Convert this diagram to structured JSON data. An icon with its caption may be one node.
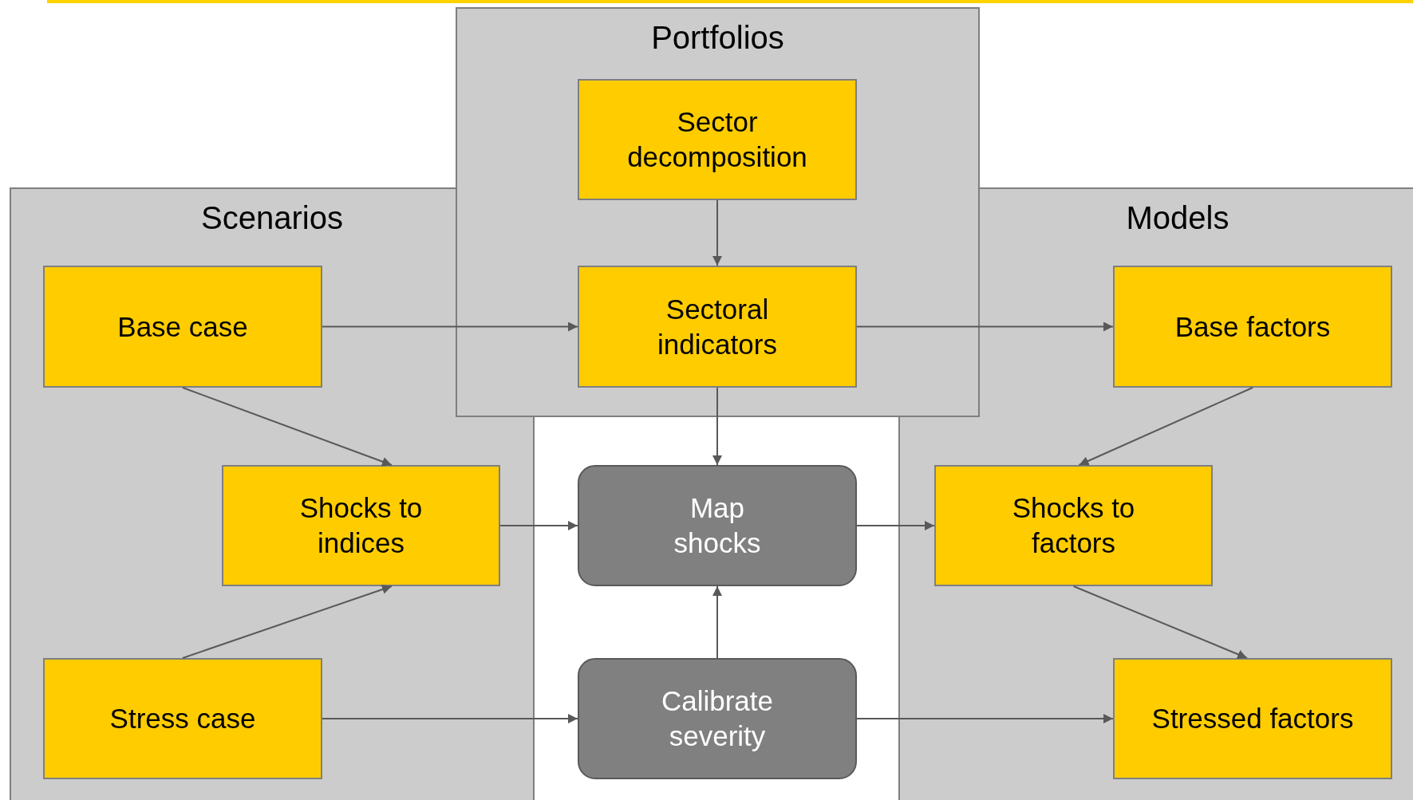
{
  "diagram": {
    "nodes": [
      {
        "text": [
          "Portfolios"
        ]
      },
      {
        "text": [
          "Sector decomposition"
        ],
        "in": 0
      },
      {
        "text": [
          "Sectoral indicators"
        ],
        "in": 0
      },
      {
        "text": [
          "Scenarios"
        ]
      },
      {
        "text": [
          "Base case"
        ],
        "in": 3
      },
      {
        "text": [
          "Shocks to indices"
        ],
        "in": 3
      },
      {
        "text": [
          "Stress case"
        ],
        "in": 3
      },
      {
        "text": [
          "Models"
        ]
      },
      {
        "text": [
          "Base factors"
        ],
        "in": 7
      },
      {
        "text": [
          "Shocks to factors"
        ],
        "in": 7
      },
      {
        "text": [
          "Stressed factors"
        ],
        "in": 7
      },
      {
        "text": [
          "Map shocks"
        ]
      },
      {
        "text": [
          "Calibrate severity"
        ]
      }
    ],
    "edges": [
      {
        "from": 1,
        "to": 2,
        "arrow": "to"
      },
      {
        "from": 4,
        "to": 2,
        "arrow": "to"
      },
      {
        "from": 2,
        "to": 8,
        "arrow": "to"
      },
      {
        "from": 2,
        "to": 11,
        "arrow": "to"
      },
      {
        "from": 4,
        "to": 5,
        "arrow": "to"
      },
      {
        "from": 6,
        "to": 5,
        "arrow": "to"
      },
      {
        "from": 5,
        "to": 11,
        "arrow": "to"
      },
      {
        "from": 11,
        "to": 9,
        "arrow": "to"
      },
      {
        "from": 8,
        "to": 9,
        "arrow": "to"
      },
      {
        "from": 9,
        "to": 10,
        "arrow": "to"
      },
      {
        "from": 12,
        "to": 11,
        "arrow": "to"
      },
      {
        "from": 6,
        "to": 12,
        "arrow": "to"
      },
      {
        "from": 12,
        "to": 10,
        "arrow": "to"
      }
    ]
  }
}
